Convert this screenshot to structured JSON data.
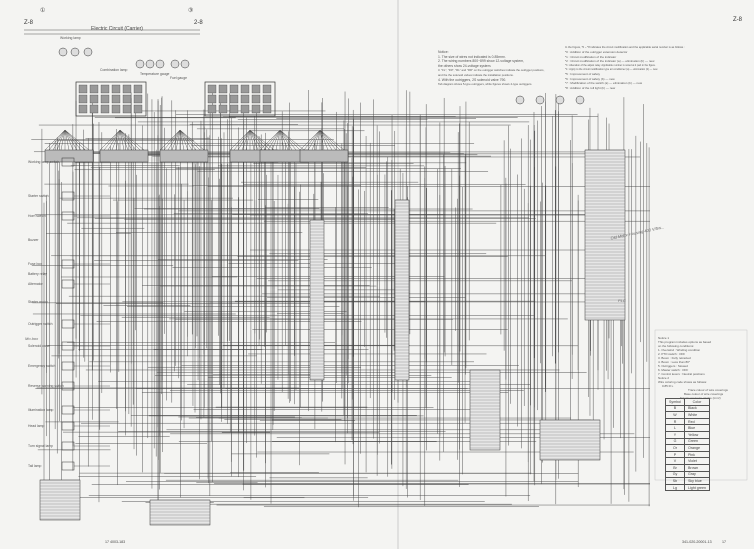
{
  "header": {
    "page_left": "Z-8",
    "page_mid": "2-8",
    "page_right": "Z-8",
    "title": "Electric Circuit (Carrier)",
    "circle_mark_left": "①",
    "circle_mark_mid": "③"
  },
  "notice_left": {
    "heading": "Notice:",
    "lines": [
      "1. The size of wires not indicated is 0.85mm².",
      "2. The wiring numbers 800~899 show 12-voltage system,",
      "   the others show 24-voltage system.",
      "3. \"FL\", \"FR\", \"RL\" and \"RR\" on the outrigger switches indicate the outrigger positions,",
      "   and the the solenoid valves indicate the installation positions.",
      "4. With the outriggers, 2S solenoid valve 790.",
      "   Tab diagram shows 5-type outriggers, while figures shows 4-type outriggers."
    ]
  },
  "notice_right": {
    "heading": "In the Figure, *0 ~ *8 indicates the circuit modification and the applicable serial number is as follows :",
    "lines": [
      "*0 : Addition of the outrigger extension detector",
      "*1 : Circuit modification of the indicator",
      "*2 : Circuit modification of the indicator   (a) — elimination  (b) — new",
      "*3 : Alteration of the adjust relay. Applicable number is noted at it part in the figure.",
      "*4 : Apply to the circuit modification type air conditioner   (a) — elimination  (b) — new",
      "*5 : Improvement of safety",
      "*6 : Improvement of safety   (b) — new",
      "*7 : Modification of the switch   (a) — elimination  (b) — new",
      "*8 : Addition of the roll light   (b) — new"
    ]
  },
  "notice_1": {
    "heading": "Notice 1",
    "lines": [
      "This program includes options as based",
      "on the following conditions:",
      "1. Overwind : Winding condition",
      "2. PTO switch : OFF",
      "3. Boom : Fully retracted",
      "4. Boom : Less than 80°",
      "5. Outriggers : Stowed",
      "6. Master switch : OFF",
      "7. Control levers : Neutral positions"
    ]
  },
  "notice_2": {
    "heading": "Notice 2",
    "intro": "Wire coloring code shows as follows:",
    "example": "0.85 R L",
    "legend": [
      "Trace colour of wire coverings",
      "Base colour of wire coverings",
      "Square measure of wire (mm²)"
    ]
  },
  "color_table": {
    "headers": [
      "Symbol",
      "Color"
    ],
    "rows": [
      [
        "B",
        "Black"
      ],
      [
        "W",
        "White"
      ],
      [
        "R",
        "Red"
      ],
      [
        "L",
        "Blue"
      ],
      [
        "Y",
        "Yellow"
      ],
      [
        "G",
        "Green"
      ],
      [
        "Or",
        "Orange"
      ],
      [
        "P",
        "Pink"
      ],
      [
        "V",
        "Violet"
      ],
      [
        "Br",
        "Brown"
      ],
      [
        "Gy",
        "Gray"
      ],
      [
        "Sb",
        "Sky blue"
      ],
      [
        "Lg",
        "Light green"
      ]
    ]
  },
  "component_labels": [
    "Working lamp",
    "Combination lamp",
    "Temperature gauge",
    "Fuel gauge",
    "Working lamp switch",
    "Starter switch",
    "Horn switch",
    "Buzzer",
    "Fuse box",
    "Battery relay",
    "Alternator",
    "Starter motor",
    "Outrigger switch",
    "Solenoid valve",
    "Emergency switch",
    "Reverse warning switch",
    "Illumination lamp",
    "Head lamp",
    "Turn signal lamp",
    "Tail lamp"
  ],
  "handwritten": [
    "Mo box",
    "Old Motor Housing 400 V/Sw...",
    "PLC"
  ],
  "footer": {
    "left_code": "17 4003-183",
    "right_code": "341-020-20001-13",
    "right_page": "17"
  }
}
